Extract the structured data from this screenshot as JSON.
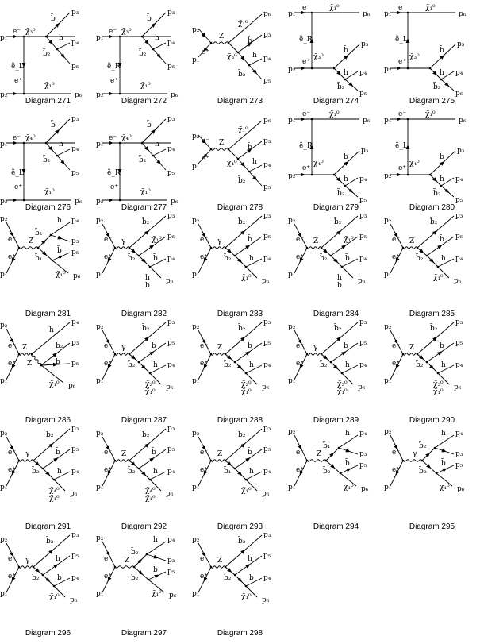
{
  "diagrams": [
    {
      "caption": "Diagram 271",
      "kind": "t1",
      "chi_top": "χ̃₃⁰",
      "chi_bot": "χ̃₁⁰",
      "sel": "ẽ_L",
      "top": "b̄",
      "mid": "h",
      "bot": "b̃₂"
    },
    {
      "caption": "Diagram 272",
      "kind": "t1",
      "chi_top": "χ̃₃⁰",
      "chi_bot": "χ̃₁⁰",
      "sel": "ẽ_R",
      "top": "b̄",
      "mid": "h",
      "bot": "b̃₂"
    },
    {
      "caption": "Diagram 273",
      "kind": "s1",
      "boson": "Z",
      "n1": "χ̃₁⁰",
      "n2": "χ̃₃⁰",
      "top": "b̄",
      "mid": "h",
      "bot": "b̃₂"
    },
    {
      "caption": "Diagram 274",
      "kind": "t2",
      "chi_top": "χ̃₁⁰",
      "chi_bot": "χ̃₃⁰",
      "sel": "ẽ_R",
      "top": "b̄",
      "mid": "h",
      "bot": "b̃₂"
    },
    {
      "caption": "Diagram 275",
      "kind": "t2",
      "chi_top": "χ̃₁⁰",
      "chi_bot": "χ̃₃⁰",
      "sel": "ẽ_L",
      "top": "b̄",
      "mid": "h",
      "bot": "b̃₂"
    },
    {
      "caption": "Diagram 276",
      "kind": "t1",
      "chi_top": "χ̃₄⁰",
      "chi_bot": "χ̃₁⁰",
      "sel": "ẽ_L",
      "top": "b̄",
      "mid": "h",
      "bot": "b̃₂"
    },
    {
      "caption": "Diagram 277",
      "kind": "t1",
      "chi_top": "χ̃₄⁰",
      "chi_bot": "χ̃₁⁰",
      "sel": "ẽ_R",
      "top": "b̄",
      "mid": "h",
      "bot": "b̃₂"
    },
    {
      "caption": "Diagram 278",
      "kind": "s1",
      "boson": "Z",
      "n1": "χ̃₁⁰",
      "n2": "χ̃₄⁰",
      "top": "b̄",
      "mid": "h",
      "bot": "b̃₂"
    },
    {
      "caption": "Diagram 279",
      "kind": "t2",
      "chi_top": "χ̃₁⁰",
      "chi_bot": "χ̃₄⁰",
      "sel": "ẽ_R",
      "top": "b̄",
      "mid": "h",
      "bot": "b̃₂"
    },
    {
      "caption": "Diagram 280",
      "kind": "t2",
      "chi_top": "χ̃₁⁰",
      "chi_bot": "χ̃₄⁰",
      "sel": "ẽ_L",
      "top": "b̄",
      "mid": "h",
      "bot": "b̃₂"
    },
    {
      "caption": "Diagram 281",
      "kind": "s2",
      "boson": "Z",
      "a": "b̃₂",
      "b": "h",
      "c": "b̃₁",
      "d": "b̄",
      "e": "χ̃₁⁰"
    },
    {
      "caption": "Diagram 282",
      "kind": "s3",
      "boson": "γ",
      "a": "b̃₂",
      "b": "χ̃₁⁰",
      "c": "b̃₂",
      "d": "b̄",
      "e": "h",
      "f": "b"
    },
    {
      "caption": "Diagram 283",
      "kind": "s3",
      "boson": "γ",
      "a": "b̃₂",
      "b": "b̄",
      "c": "b̃₂",
      "d": "h",
      "e": "χ̃₁⁰",
      "f": ""
    },
    {
      "caption": "Diagram 284",
      "kind": "s3",
      "boson": "Z",
      "a": "b̃₂",
      "b": "χ̃₁⁰",
      "c": "b̃₂",
      "d": "b̄",
      "e": "h",
      "f": "b"
    },
    {
      "caption": "Diagram 285",
      "kind": "s3",
      "boson": "Z",
      "a": "b̃₂",
      "b": "b̄",
      "c": "b̃₂",
      "d": "h",
      "e": "χ̃₁⁰",
      "f": ""
    },
    {
      "caption": "Diagram 286",
      "kind": "s4",
      "boson": "Z",
      "a": "h",
      "b": "b̃₂",
      "c": "b̄",
      "d": "χ̃₁⁰",
      "z2": "Z"
    },
    {
      "caption": "Diagram 287",
      "kind": "s3",
      "boson": "γ",
      "a": "b̃₂",
      "b": "b̄",
      "c": "b̃₂",
      "d": "h",
      "e": "χ̃₂⁰",
      "f": "χ̃₁⁰"
    },
    {
      "caption": "Diagram 288",
      "kind": "s3",
      "boson": "Z",
      "a": "b̃₂",
      "b": "b̄",
      "c": "b̃₂",
      "d": "h",
      "e": "χ̃₂⁰",
      "f": "χ̃₁⁰"
    },
    {
      "caption": "Diagram 289",
      "kind": "s3",
      "boson": "γ",
      "a": "b̃₂",
      "b": "b̄",
      "c": "b̃₂",
      "d": "h",
      "e": "χ̃₃⁰",
      "f": "χ̃₁⁰"
    },
    {
      "caption": "Diagram 290",
      "kind": "s3",
      "boson": "Z",
      "a": "b̃₂",
      "b": "b̄",
      "c": "b̃₂",
      "d": "h",
      "e": "χ̃₃⁰",
      "f": "χ̃₁⁰"
    },
    {
      "caption": "Diagram 291",
      "kind": "s3",
      "boson": "γ",
      "a": "b̃₂",
      "b": "b̄",
      "c": "b̃₂",
      "d": "h",
      "e": "χ̃₄⁰",
      "f": "χ̃₁⁰"
    },
    {
      "caption": "Diagram 292",
      "kind": "s3",
      "boson": "Z",
      "a": "b̃₂",
      "b": "b̄",
      "c": "b̃₂",
      "d": "h",
      "e": "χ̃₄⁰",
      "f": "χ̃₁⁰"
    },
    {
      "caption": "Diagram 293",
      "kind": "s3",
      "boson": "Z",
      "a": "b̃₂",
      "b": "b̄",
      "c": "b̃₁",
      "d": "h",
      "e": "χ̃₁⁰",
      "f": ""
    },
    {
      "caption": "Diagram 294",
      "kind": "s2",
      "boson": "Z",
      "a": "b̃₁",
      "b": "h",
      "c": "b̃₂",
      "d": "b̄",
      "e": "χ̃₁⁰"
    },
    {
      "caption": "Diagram 295",
      "kind": "s2",
      "boson": "γ",
      "a": "b̃₂",
      "b": "h",
      "c": "b̃₂",
      "d": "b̄",
      "e": "χ̃₁⁰"
    },
    {
      "caption": "Diagram 296",
      "kind": "s3",
      "boson": "γ",
      "a": "b̃₂",
      "b": "h",
      "c": "b̃₂",
      "d": "b",
      "e": "χ̃₁⁰",
      "f": ""
    },
    {
      "caption": "Diagram 297",
      "kind": "s2",
      "boson": "Z",
      "a": "b̃₂",
      "b": "h",
      "c": "b̃₂",
      "d": "b̄",
      "e": "χ̃₁⁰"
    },
    {
      "caption": "Diagram 298",
      "kind": "s3",
      "boson": "Z",
      "a": "b̃₂",
      "b": "h",
      "c": "b̃₂",
      "d": "b",
      "e": "χ̃₁⁰",
      "f": ""
    }
  ],
  "externals": {
    "p1": "p₁",
    "p2": "p₂",
    "p3": "p₃",
    "p4": "p₄",
    "p5": "p₅",
    "p6": "p₆",
    "em": "e⁻",
    "ep": "e⁺"
  }
}
